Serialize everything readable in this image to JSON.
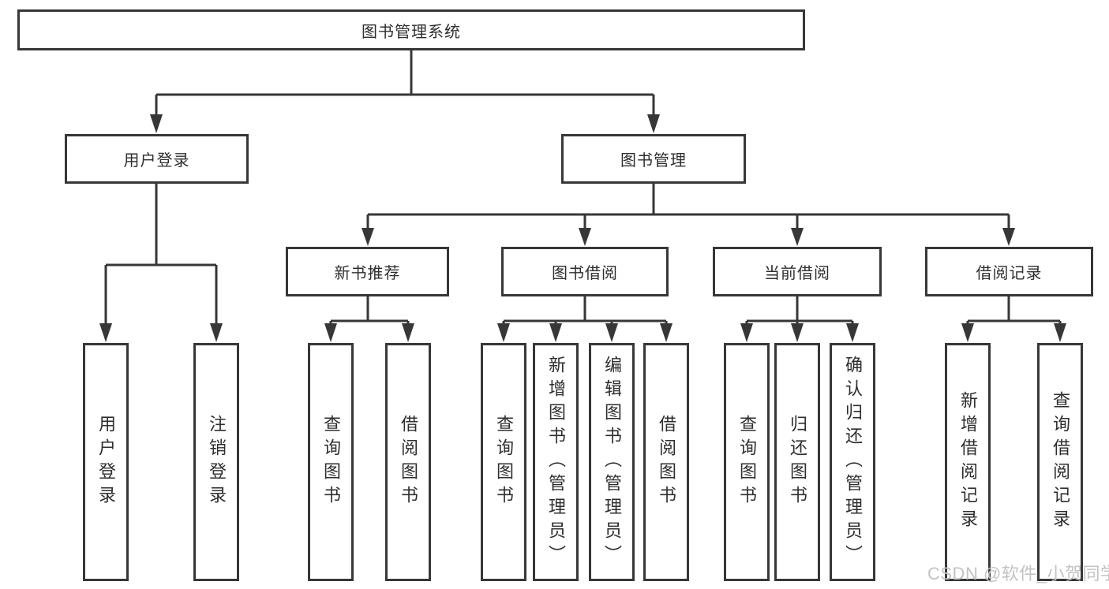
{
  "watermark": "CSDN @软件_小贺同学",
  "colors": {
    "line": "#373737",
    "text": "#2e2e2e",
    "bg": "#ffffff",
    "watermark": "#c3c3c3"
  },
  "tree": {
    "label": "图书管理系统",
    "children": [
      {
        "label": "用户登录",
        "children": [
          {
            "label": "用户登录"
          },
          {
            "label": "注销登录"
          }
        ]
      },
      {
        "label": "图书管理",
        "children": [
          {
            "label": "新书推荐",
            "children": [
              {
                "label": "查询图书"
              },
              {
                "label": "借阅图书"
              }
            ]
          },
          {
            "label": "图书借阅",
            "children": [
              {
                "label": "查询图书"
              },
              {
                "label": "新增图书（管理员）"
              },
              {
                "label": "编辑图书（管理员）"
              },
              {
                "label": "借阅图书"
              }
            ]
          },
          {
            "label": "当前借阅",
            "children": [
              {
                "label": "查询图书"
              },
              {
                "label": "归还图书"
              },
              {
                "label": "确认归还（管理员）"
              }
            ]
          },
          {
            "label": "借阅记录",
            "children": [
              {
                "label": "新增借阅记录"
              },
              {
                "label": "查询借阅记录"
              }
            ]
          }
        ]
      }
    ]
  }
}
